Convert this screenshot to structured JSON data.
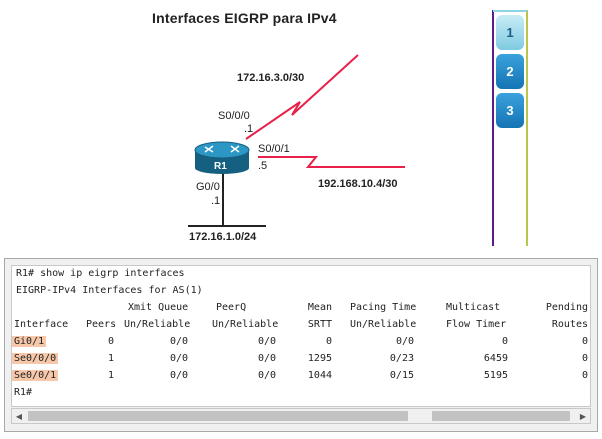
{
  "diagram": {
    "title": "Interfaces EIGRP para IPv4",
    "router_name": "R1",
    "labels": {
      "net_top": "172.16.3.0/30",
      "s000": "S0/0/0",
      "s000_host": ".1",
      "s001": "S0/0/1",
      "s001_host": ".5",
      "net_right": "192.168.10.4/30",
      "g00": "G0/0",
      "g00_host": ".1",
      "net_bottom": "172.16.1.0/24"
    }
  },
  "slide_nav": {
    "buttons": [
      "1",
      "2",
      "3"
    ],
    "active": "1"
  },
  "terminal": {
    "prompt_cmd": "R1# show ip eigrp interfaces",
    "as_line": "EIGRP-IPv4 Interfaces for AS(1)",
    "header_row1": [
      "",
      "",
      "Xmit Queue",
      "PeerQ",
      "Mean",
      "Pacing Time",
      "Multicast",
      "Pending"
    ],
    "header_row2": [
      "Interface",
      "Peers",
      "Un/Reliable",
      "Un/Reliable",
      "SRTT",
      "Un/Reliable",
      "Flow Timer",
      "Routes"
    ],
    "rows": [
      [
        "Gi0/1",
        "0",
        "0/0",
        "0/0",
        "0",
        "0/0",
        "0",
        "0"
      ],
      [
        "Se0/0/0",
        "1",
        "0/0",
        "0/0",
        "1295",
        "0/23",
        "6459",
        "0"
      ],
      [
        "Se0/0/1",
        "1",
        "0/0",
        "0/0",
        "1044",
        "0/15",
        "5195",
        "0"
      ]
    ],
    "end_prompt": "R1#"
  },
  "colors": {
    "wan_link": "#e8204a",
    "router_body": "#1e7fa8",
    "nav_active": "#8fd3e8",
    "nav_inactive": "#1b86c6",
    "nav_frame_left": "#5c1a8a",
    "nav_frame_right": "#b8c44a",
    "interface_highlight": "#f6c7a8"
  }
}
